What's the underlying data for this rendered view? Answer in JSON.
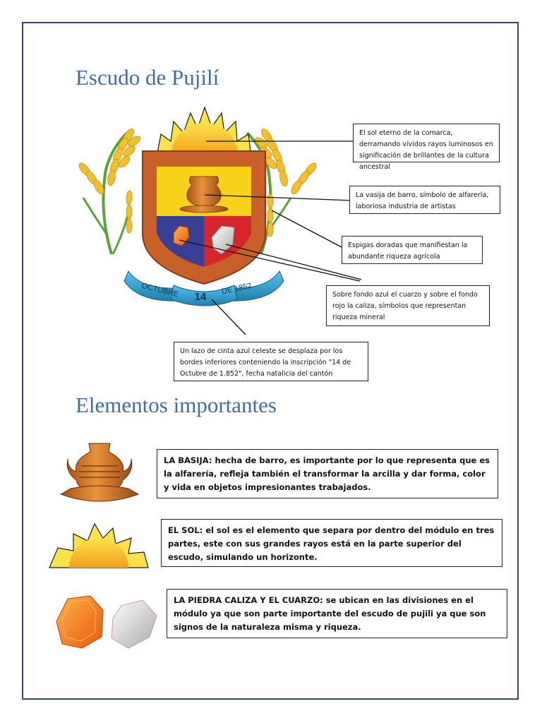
{
  "title": "Escudo de Pujilí",
  "section_title": "Elementos importantes",
  "shield": {
    "ribbon_left": "OCTUBRE",
    "ribbon_number": "14",
    "ribbon_right": "DE 1852"
  },
  "callouts": [
    "El sol eterno de la comarca, derramando vívidos rayos luminosos en significación de brillantes de la cultura ancestral",
    "La vasija de barro, símbolo de alfarería, laboriosa industria de artistas",
    "Espigas doradas que manifiestan la abundante riqueza agrícola",
    "Sobre fondo azul el cuarzo y sobre el fondo rojo la caliza, símbolos que representan riqueza mineral",
    "Un lazo de cinta azul celeste se desplaza por los bordes inferiores conteniendo la inscripción \"14 de Octubre de 1.852\", fecha natalicia del cantón"
  ],
  "elements": [
    {
      "term": "LA BASIJA:",
      "text": " hecha de barro, es importante por lo que representa que es la alfarería, refleja también el transformar la arcilla y dar forma, color y vida en objetos impresionantes trabajados."
    },
    {
      "term": "EL SOL:",
      "text": " el sol es el elemento que separa por dentro del módulo en tres partes, este con sus grandes rayos está en la parte superior del escudo, simulando un horizonte."
    },
    {
      "term": "LA PIEDRA CALIZA Y EL CUARZO:",
      "text": " se ubican en las divisiones en el módulo ya que son parte importante del escudo de pujili ya que son signos de la naturaleza misma y riqueza."
    }
  ],
  "colors": {
    "heading": "#3d6ea8",
    "shield_border": "#c8602a",
    "field_yellow": "#f6d21a",
    "field_blue": "#3a3f96",
    "field_red": "#d6262b",
    "ribbon": "#2aa3d6",
    "sun": "#f7c21c",
    "clay": "#d9781e"
  }
}
